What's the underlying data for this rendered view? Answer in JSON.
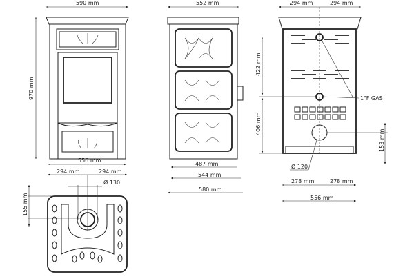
{
  "front_view": {
    "width": "590 mm",
    "height": "970 mm",
    "base_width": "556 mm"
  },
  "side_view": {
    "width": "552 mm",
    "depth_a": "487 mm",
    "depth_b": "544 mm",
    "depth_c": "580 mm"
  },
  "back_view": {
    "half_left": "294 mm",
    "half_right": "294 mm",
    "upper_height": "422 mm",
    "lower_height": "406 mm",
    "gas_label": "1\"F GAS",
    "outlet_height": "153 mm",
    "outlet_diameter": "Ø 120",
    "bottom_left": "278 mm",
    "bottom_right": "278 mm",
    "bottom_width": "556 mm"
  },
  "top_view": {
    "half_left": "294 mm",
    "half_right": "294 mm",
    "flue_diameter": "Ø 130",
    "flue_offset": "155 mm"
  }
}
